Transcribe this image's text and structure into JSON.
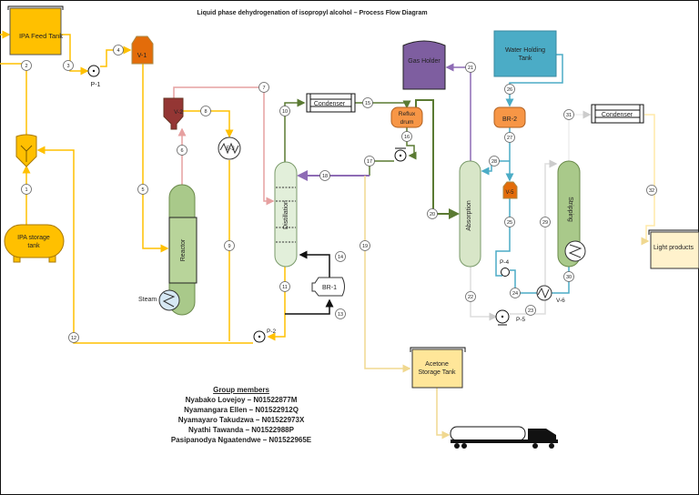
{
  "title": "Liquid phase dehydrogenation of isopropyl alcohol – Process Flow Diagram",
  "equipment": {
    "ipa_feed_tank": "IPA Feed Tank",
    "v1": "V-1",
    "p1": "P-1",
    "ipa_storage_tank": [
      "IPA storage",
      "tank"
    ],
    "v2": "V-2",
    "e3": "E-3",
    "reactor": "Reactor",
    "steam": "Steam",
    "distillation": "Distillation",
    "condenser1": "Condenser",
    "reflux_drum": [
      "Reflux",
      "drum"
    ],
    "br1": "BR-1",
    "p2": "P-2",
    "gas_holder": "Gas Holder",
    "water_tank": [
      "Water Holding",
      "Tank"
    ],
    "br2": "BR-2",
    "absorption": "Absorption",
    "v5": "V-5",
    "p4": "P-4",
    "p5": "P-5",
    "v6": "V-6",
    "stripping": "Stripping",
    "condenser2": "Condenser",
    "light_products": "Light products",
    "acetone_tank": [
      "Acetone",
      "Storage Tank"
    ]
  },
  "streams": [
    "1",
    "2",
    "3",
    "4",
    "5",
    "6",
    "7",
    "8",
    "9",
    "10",
    "11",
    "12",
    "13",
    "14",
    "15",
    "16",
    "17",
    "18",
    "19",
    "20",
    "21",
    "22",
    "23",
    "24",
    "25",
    "26",
    "27",
    "28",
    "29",
    "30",
    "31",
    "32"
  ],
  "group": {
    "heading": "Group members",
    "members": [
      "Nyabako Lovejoy – N01522877M",
      "Nyamangara Ellen – N01522912Q",
      "Nyamayaro Takudzwa – N01522973X",
      "Nyathi Tawanda – N01522988P",
      "Pasipanodya Ngaatendwe – N01522965E"
    ]
  },
  "colors": {
    "ipa_line": "#FFC000",
    "vapour_line": "#E6A0A0",
    "reflux_line": "#5A7A32",
    "gas_line": "#8E6BB5",
    "water_line": "#4BACC6",
    "light_line": "#FFE9A8",
    "reactor_fill": "#A9C98A",
    "column_fill": "#E2EFDA",
    "gas_holder_fill": "#7E5EA0",
    "water_tank_fill": "#4BACC6"
  }
}
